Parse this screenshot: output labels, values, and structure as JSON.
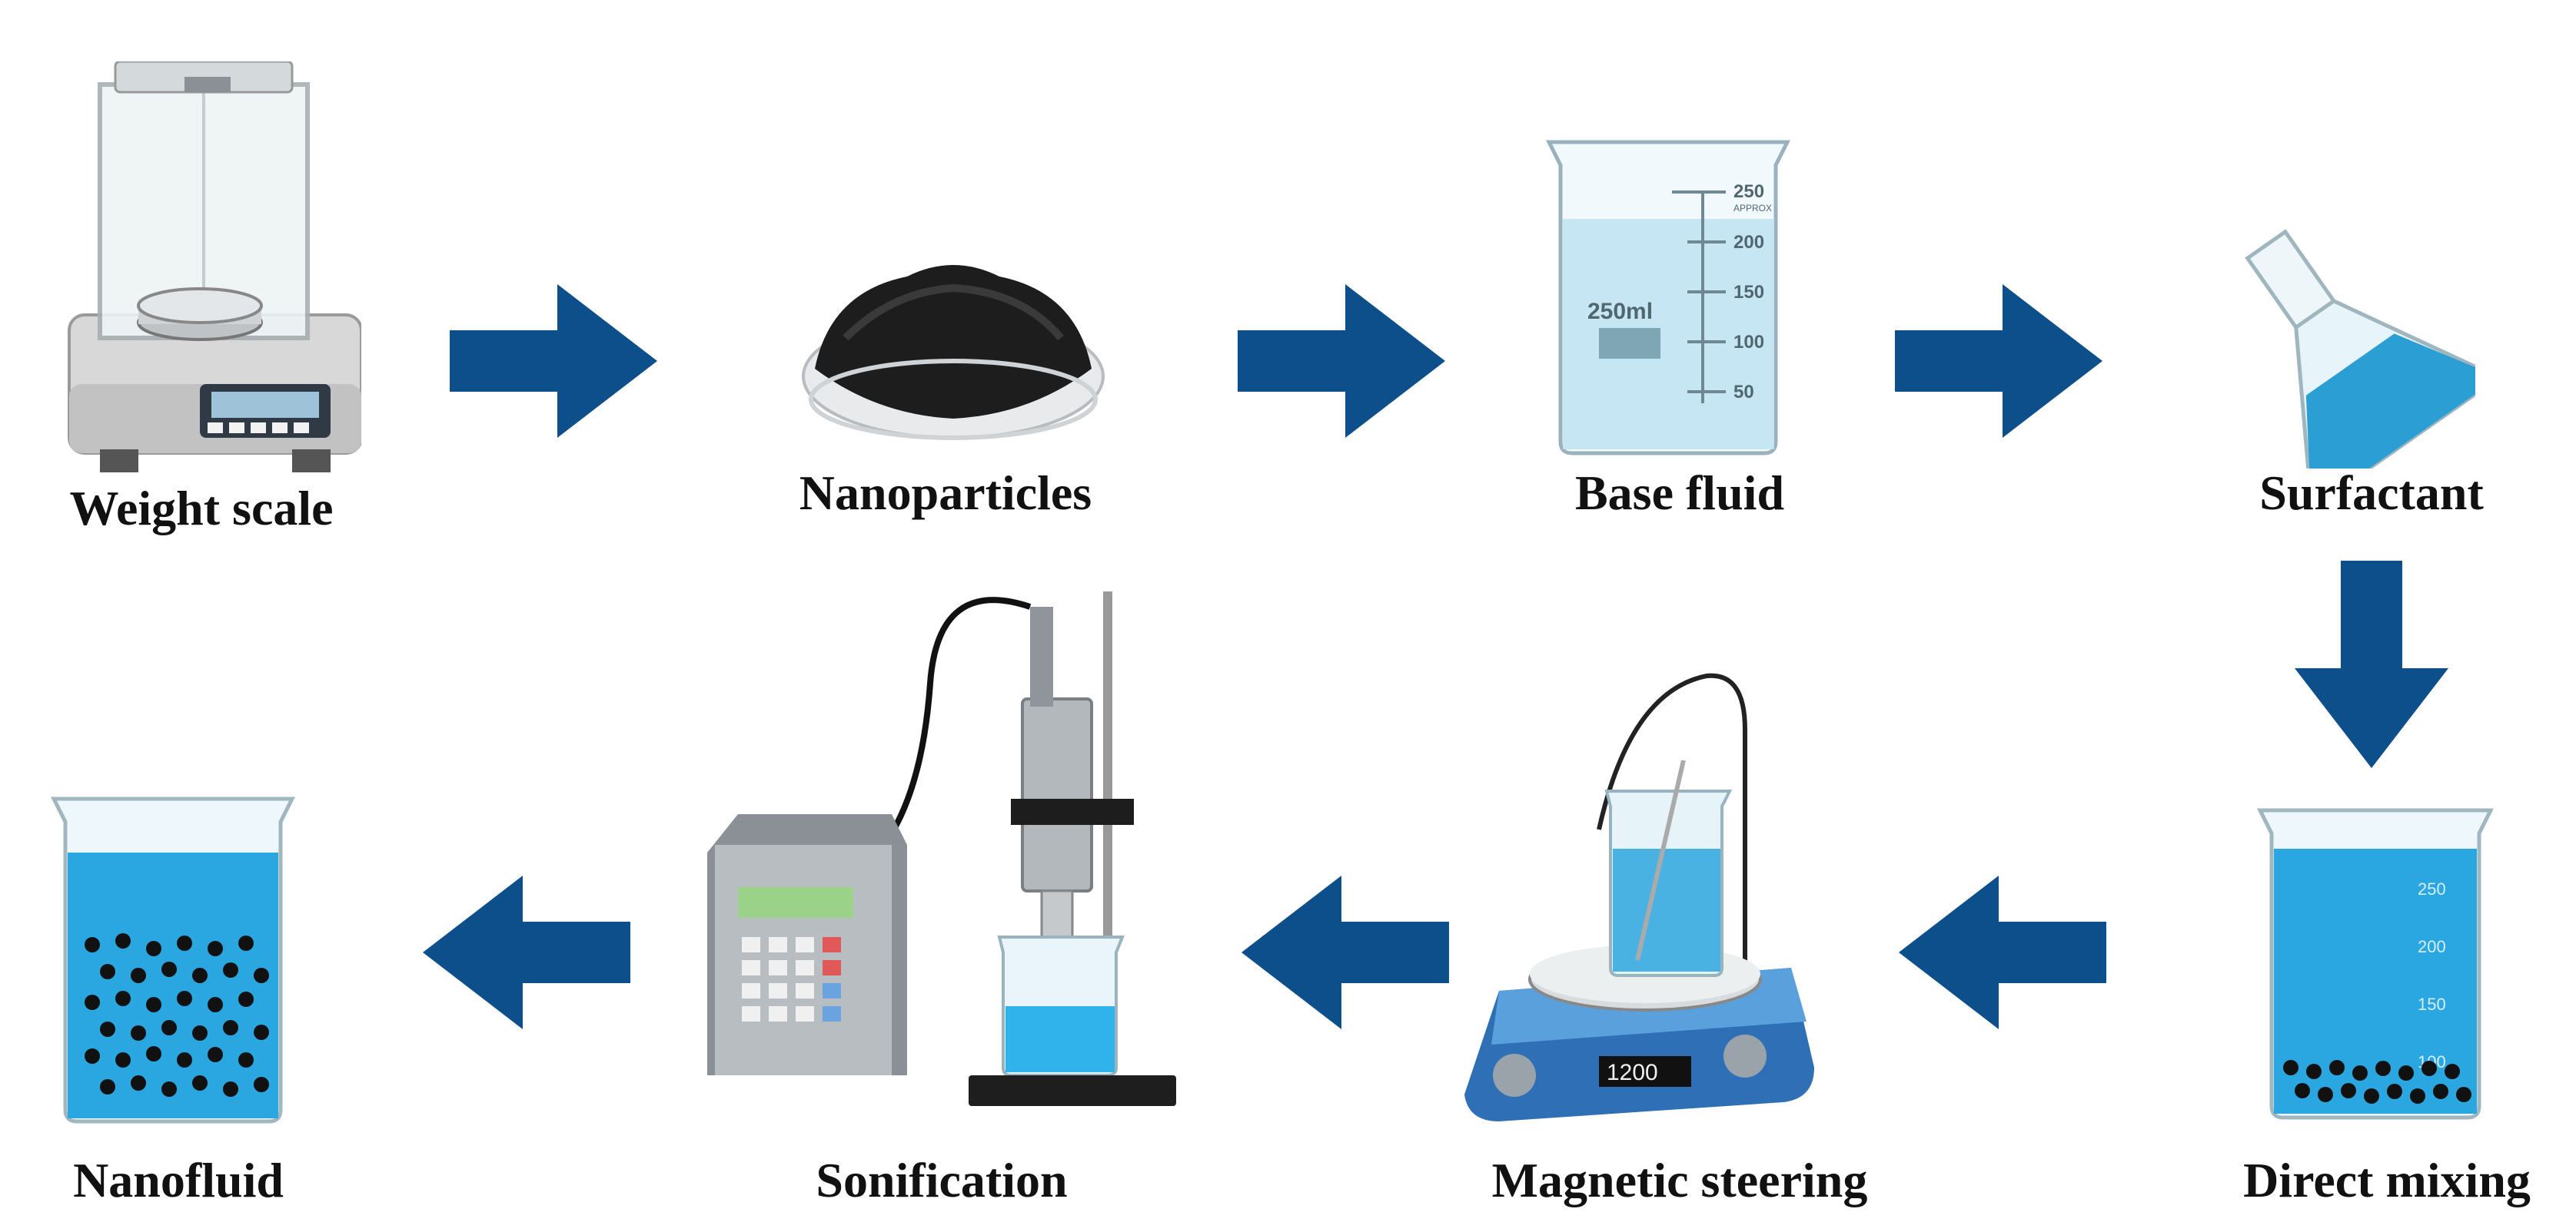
{
  "steps": [
    {
      "id": "weight-scale",
      "label": "Weight scale"
    },
    {
      "id": "nanoparticles",
      "label": "Nanoparticles"
    },
    {
      "id": "base-fluid",
      "label": "Base fluid"
    },
    {
      "id": "surfactant",
      "label": "Surfactant"
    },
    {
      "id": "direct-mixing",
      "label": "Direct mixing"
    },
    {
      "id": "magnetic-steering",
      "label": "Magnetic steering"
    },
    {
      "id": "sonification",
      "label": "Sonification"
    },
    {
      "id": "nanofluid",
      "label": "Nanofluid"
    }
  ],
  "beaker_marks": {
    "base_fluid": [
      "250",
      "200",
      "150",
      "100",
      "50"
    ],
    "base_fluid_badge": "250ml",
    "base_fluid_approx": "APPROX",
    "blue_beaker": [
      "250",
      "200",
      "150",
      "100"
    ]
  },
  "device_readouts": {
    "stirrer_display": "1200"
  },
  "colors": {
    "arrow": "#0d4f8b",
    "liquid": "#2aa7e0",
    "glass": "#dff2f8"
  }
}
